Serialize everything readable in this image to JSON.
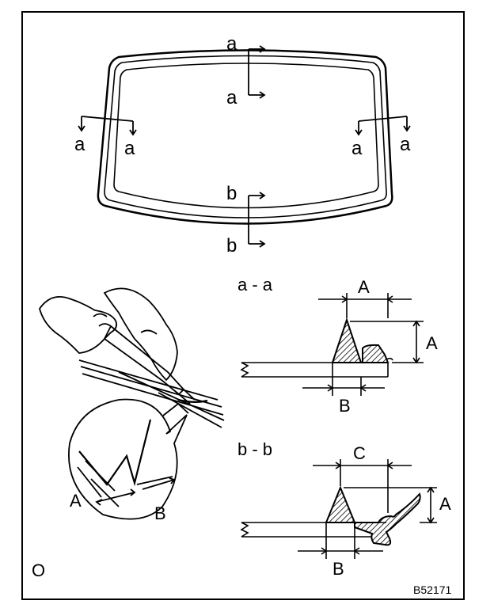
{
  "figure": {
    "id_code": "B52171",
    "corner_mark": "O"
  },
  "windshield": {
    "markers": {
      "top_upper": "a",
      "top_lower": "a",
      "left_outer": "a",
      "left_inner": "a",
      "right_inner": "a",
      "right_outer": "a",
      "bottom_upper": "b",
      "bottom_lower": "b"
    }
  },
  "detail": {
    "label_a": "A",
    "label_b": "B"
  },
  "section_aa": {
    "title": "a - a",
    "dim_top": "A",
    "dim_right": "A",
    "dim_bottom": "B"
  },
  "section_bb": {
    "title": "b - b",
    "dim_top": "C",
    "dim_right": "A",
    "dim_bottom": "B"
  }
}
